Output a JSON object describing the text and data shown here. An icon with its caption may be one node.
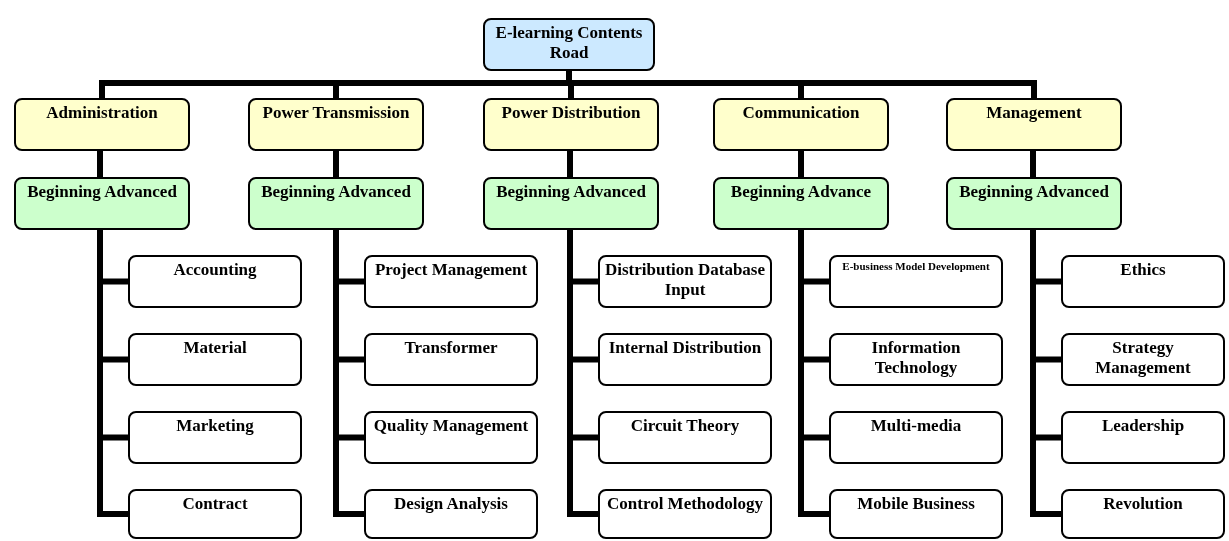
{
  "diagram": {
    "nodes": [
      {
        "text": [
          "E-learning Contents Road"
        ]
      },
      {
        "text": [
          "Administration"
        ]
      },
      {
        "text": [
          "Power Transmission"
        ]
      },
      {
        "text": [
          "Power Distribution"
        ]
      },
      {
        "text": [
          "Communication"
        ]
      },
      {
        "text": [
          "Management"
        ]
      },
      {
        "text": [
          "Beginning Advanced"
        ]
      },
      {
        "text": [
          "Beginning Advanced"
        ]
      },
      {
        "text": [
          "Beginning Advanced"
        ]
      },
      {
        "text": [
          "Beginning Advance"
        ]
      },
      {
        "text": [
          "Beginning Advanced"
        ]
      },
      {
        "text": [
          "Accounting"
        ]
      },
      {
        "text": [
          "Material"
        ]
      },
      {
        "text": [
          "Marketing"
        ]
      },
      {
        "text": [
          "Contract"
        ]
      },
      {
        "text": [
          "Project Management"
        ]
      },
      {
        "text": [
          "Transformer"
        ]
      },
      {
        "text": [
          "Quality Management"
        ]
      },
      {
        "text": [
          "Design Analysis"
        ]
      },
      {
        "text": [
          "Distribution Database Input"
        ]
      },
      {
        "text": [
          "Internal Distribution"
        ]
      },
      {
        "text": [
          "Circuit Theory"
        ]
      },
      {
        "text": [
          "Control Methodology"
        ]
      },
      {
        "text": [
          "E-business Model Development"
        ]
      },
      {
        "text": [
          "Information Technology"
        ]
      },
      {
        "text": [
          "Multi-media"
        ]
      },
      {
        "text": [
          "Mobile Business"
        ]
      },
      {
        "text": [
          "Ethics"
        ]
      },
      {
        "text": [
          "Strategy Management"
        ]
      },
      {
        "text": [
          "Leadership"
        ]
      },
      {
        "text": [
          "Revolution"
        ]
      }
    ],
    "edges": [
      {
        "from": 0,
        "to": 1,
        "arrow": "none"
      },
      {
        "from": 0,
        "to": 2,
        "arrow": "none"
      },
      {
        "from": 0,
        "to": 3,
        "arrow": "none"
      },
      {
        "from": 0,
        "to": 4,
        "arrow": "none"
      },
      {
        "from": 0,
        "to": 5,
        "arrow": "none"
      },
      {
        "from": 1,
        "to": 6,
        "arrow": "none"
      },
      {
        "from": 2,
        "to": 7,
        "arrow": "none"
      },
      {
        "from": 3,
        "to": 8,
        "arrow": "none"
      },
      {
        "from": 4,
        "to": 9,
        "arrow": "none"
      },
      {
        "from": 5,
        "to": 10,
        "arrow": "none"
      },
      {
        "from": 6,
        "to": 11,
        "arrow": "none"
      },
      {
        "from": 6,
        "to": 12,
        "arrow": "none"
      },
      {
        "from": 6,
        "to": 13,
        "arrow": "none"
      },
      {
        "from": 6,
        "to": 14,
        "arrow": "none"
      },
      {
        "from": 7,
        "to": 15,
        "arrow": "none"
      },
      {
        "from": 7,
        "to": 16,
        "arrow": "none"
      },
      {
        "from": 7,
        "to": 17,
        "arrow": "none"
      },
      {
        "from": 7,
        "to": 18,
        "arrow": "none"
      },
      {
        "from": 8,
        "to": 19,
        "arrow": "none"
      },
      {
        "from": 8,
        "to": 20,
        "arrow": "none"
      },
      {
        "from": 8,
        "to": 21,
        "arrow": "none"
      },
      {
        "from": 8,
        "to": 22,
        "arrow": "none"
      },
      {
        "from": 9,
        "to": 23,
        "arrow": "none"
      },
      {
        "from": 9,
        "to": 24,
        "arrow": "none"
      },
      {
        "from": 9,
        "to": 25,
        "arrow": "none"
      },
      {
        "from": 9,
        "to": 26,
        "arrow": "none"
      },
      {
        "from": 10,
        "to": 27,
        "arrow": "none"
      },
      {
        "from": 10,
        "to": 28,
        "arrow": "none"
      },
      {
        "from": 10,
        "to": 29,
        "arrow": "none"
      },
      {
        "from": 10,
        "to": 30,
        "arrow": "none"
      }
    ]
  }
}
